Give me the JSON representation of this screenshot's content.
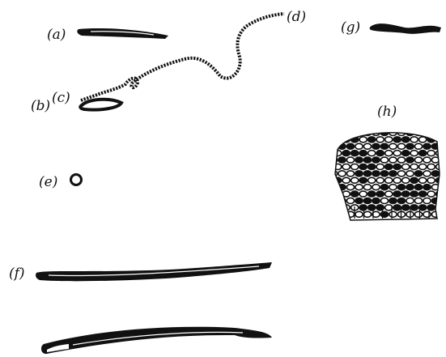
{
  "figure": {
    "labels": {
      "a": "(a)",
      "b": "(b)",
      "c": "(c)",
      "d": "(d)",
      "e": "(e)",
      "f": "(f)",
      "g": "(g)",
      "h": "(h)"
    }
  },
  "colors": {
    "ink": "#111111",
    "background": "#ffffff"
  }
}
